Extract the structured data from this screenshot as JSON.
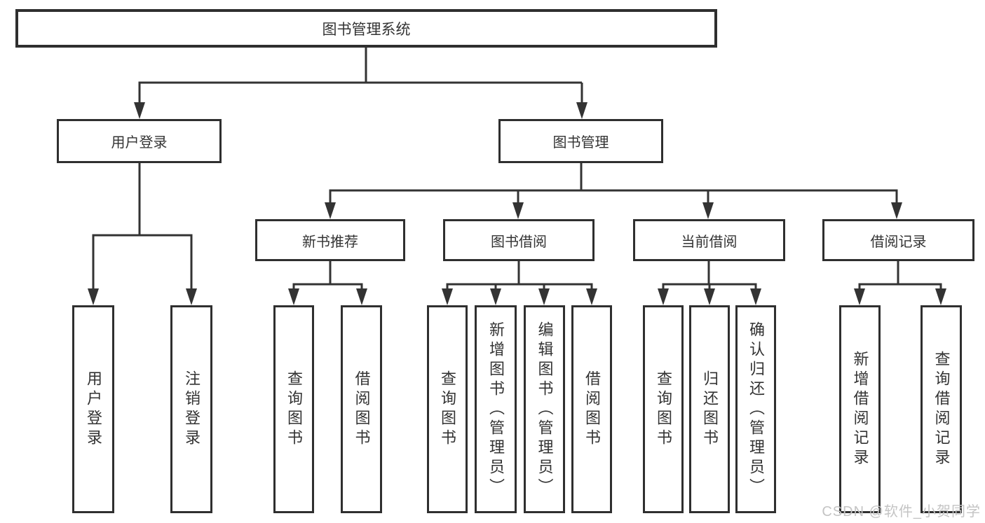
{
  "diagram_type": "hierarchy-tree",
  "tree": {
    "label": "图书管理系统",
    "children": [
      {
        "label": "用户登录",
        "children": [
          {
            "label": "用户登录"
          },
          {
            "label": "注销登录"
          }
        ]
      },
      {
        "label": "图书管理",
        "children": [
          {
            "label": "新书推荐",
            "children": [
              {
                "label": "查询图书"
              },
              {
                "label": "借阅图书"
              }
            ]
          },
          {
            "label": "图书借阅",
            "children": [
              {
                "label": "查询图书"
              },
              {
                "label": "新增图书（管理员）"
              },
              {
                "label": "编辑图书（管理员）"
              },
              {
                "label": "借阅图书"
              }
            ]
          },
          {
            "label": "当前借阅",
            "children": [
              {
                "label": "查询图书"
              },
              {
                "label": "归还图书"
              },
              {
                "label": "确认归还（管理员）"
              }
            ]
          },
          {
            "label": "借阅记录",
            "children": [
              {
                "label": "新增借阅记录"
              },
              {
                "label": "查询借阅记录"
              }
            ]
          }
        ]
      }
    ]
  },
  "watermark": "CSDN @软件_小贺同学",
  "colors": {
    "line": "#333333",
    "box_border": "#2f2f2f",
    "box_fill": "#ffffff",
    "text": "#333333",
    "watermark": "#c4c4c4",
    "background": "#ffffff"
  }
}
